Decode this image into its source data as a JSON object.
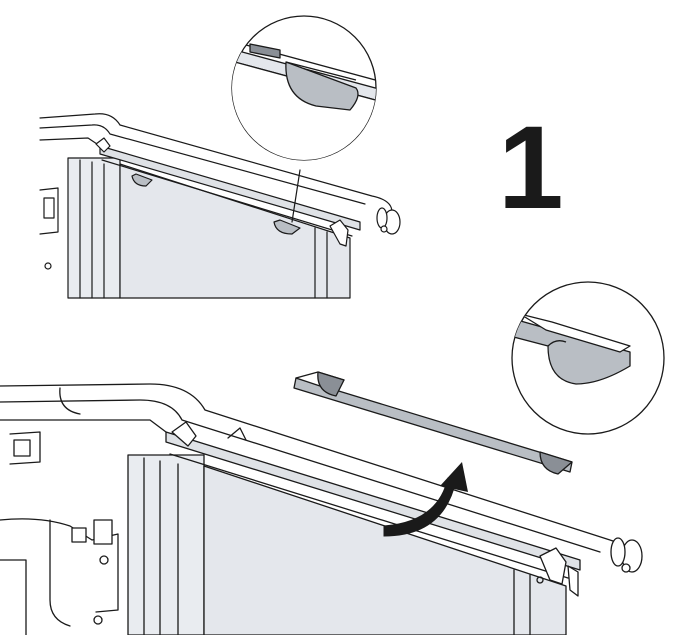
{
  "step": {
    "number": "1"
  },
  "colors": {
    "outline": "#1a1a1a",
    "panel_fill": "#e4e7ec",
    "panel_shade": "#cfd3d9",
    "part_fill": "#b9bec4",
    "part_dark": "#8a8f96",
    "arrow": "#1a1a1a"
  },
  "icons": {
    "direction_arrow": "curved-arrow-up-right",
    "screw": "phillips-screw-icon",
    "magnifier": "detail-zoom-circle"
  }
}
